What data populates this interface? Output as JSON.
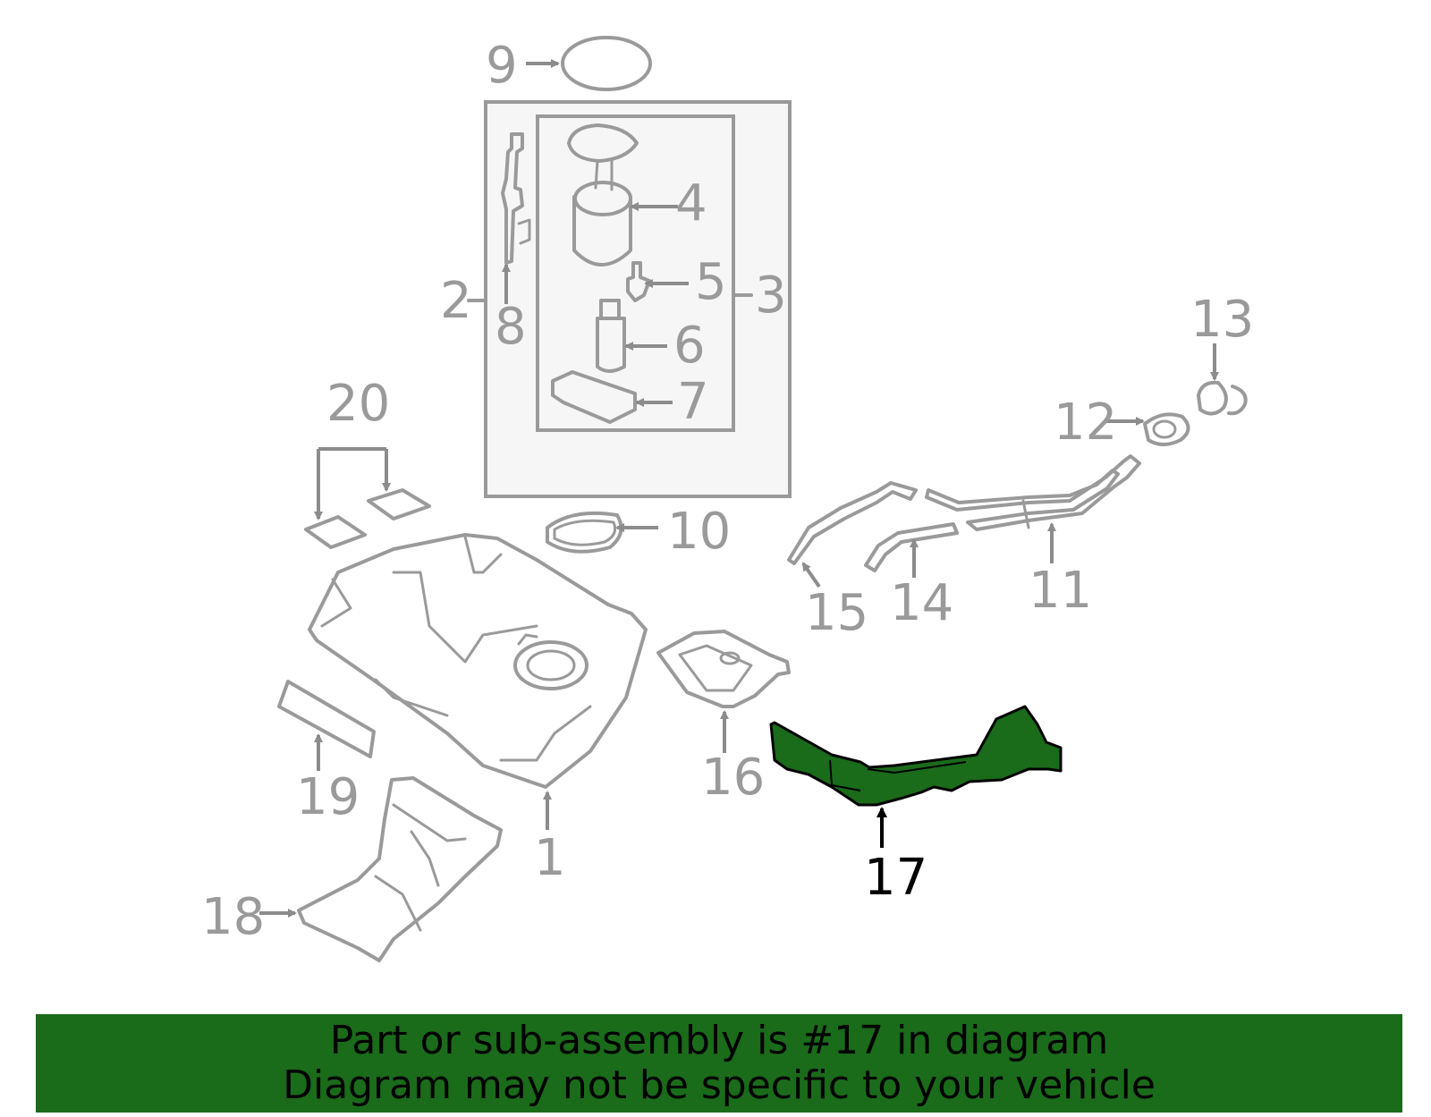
{
  "callouts": {
    "c1": "1",
    "c2": "2",
    "c3": "3",
    "c4": "4",
    "c5": "5",
    "c6": "6",
    "c7": "7",
    "c8": "8",
    "c9": "9",
    "c10": "10",
    "c11": "11",
    "c12": "12",
    "c13": "13",
    "c14": "14",
    "c15": "15",
    "c16": "16",
    "c17": "17",
    "c18": "18",
    "c19": "19",
    "c20": "20"
  },
  "highlighted_part": "17",
  "colors": {
    "highlight": "#1a6b1a",
    "line": "#9a9a9a",
    "banner": "#1a6b1a"
  },
  "banner": {
    "line1": "Part or sub-assembly is #17 in diagram",
    "line2": "Diagram may not be specific to your vehicle"
  }
}
